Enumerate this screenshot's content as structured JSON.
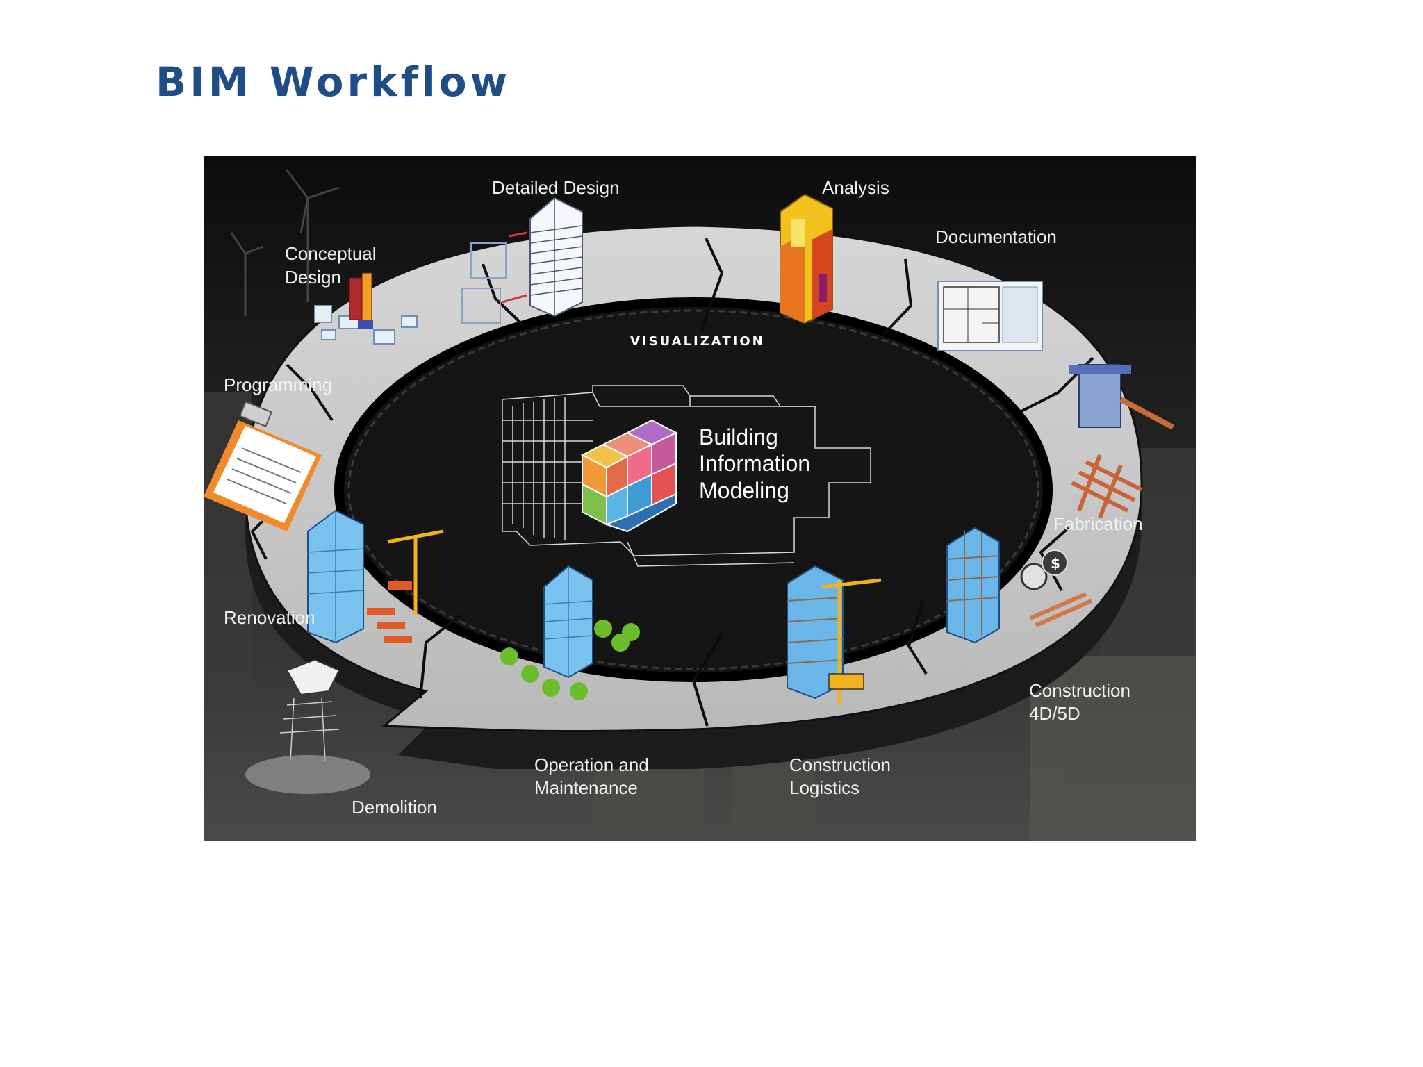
{
  "slide": {
    "title": "BIM Workflow"
  },
  "diagram": {
    "center_label": [
      "Building",
      "Information",
      "Modeling"
    ],
    "ring_label": "VISUALIZATION",
    "stages": [
      {
        "id": "conceptual-design",
        "lines": [
          "Conceptual",
          "Design"
        ]
      },
      {
        "id": "detailed-design",
        "lines": [
          "Detailed Design"
        ]
      },
      {
        "id": "analysis",
        "lines": [
          "Analysis"
        ]
      },
      {
        "id": "documentation",
        "lines": [
          "Documentation"
        ]
      },
      {
        "id": "fabrication",
        "lines": [
          "Fabrication"
        ]
      },
      {
        "id": "construction-4d5d",
        "lines": [
          "Construction",
          "4D/5D"
        ]
      },
      {
        "id": "construction-logistics",
        "lines": [
          "Construction",
          "Logistics"
        ]
      },
      {
        "id": "operation-maintenance",
        "lines": [
          "Operation and",
          "Maintenance"
        ]
      },
      {
        "id": "demolition",
        "lines": [
          "Demolition"
        ]
      },
      {
        "id": "renovation",
        "lines": [
          "Renovation"
        ]
      },
      {
        "id": "programming",
        "lines": [
          "Programming"
        ]
      }
    ]
  }
}
